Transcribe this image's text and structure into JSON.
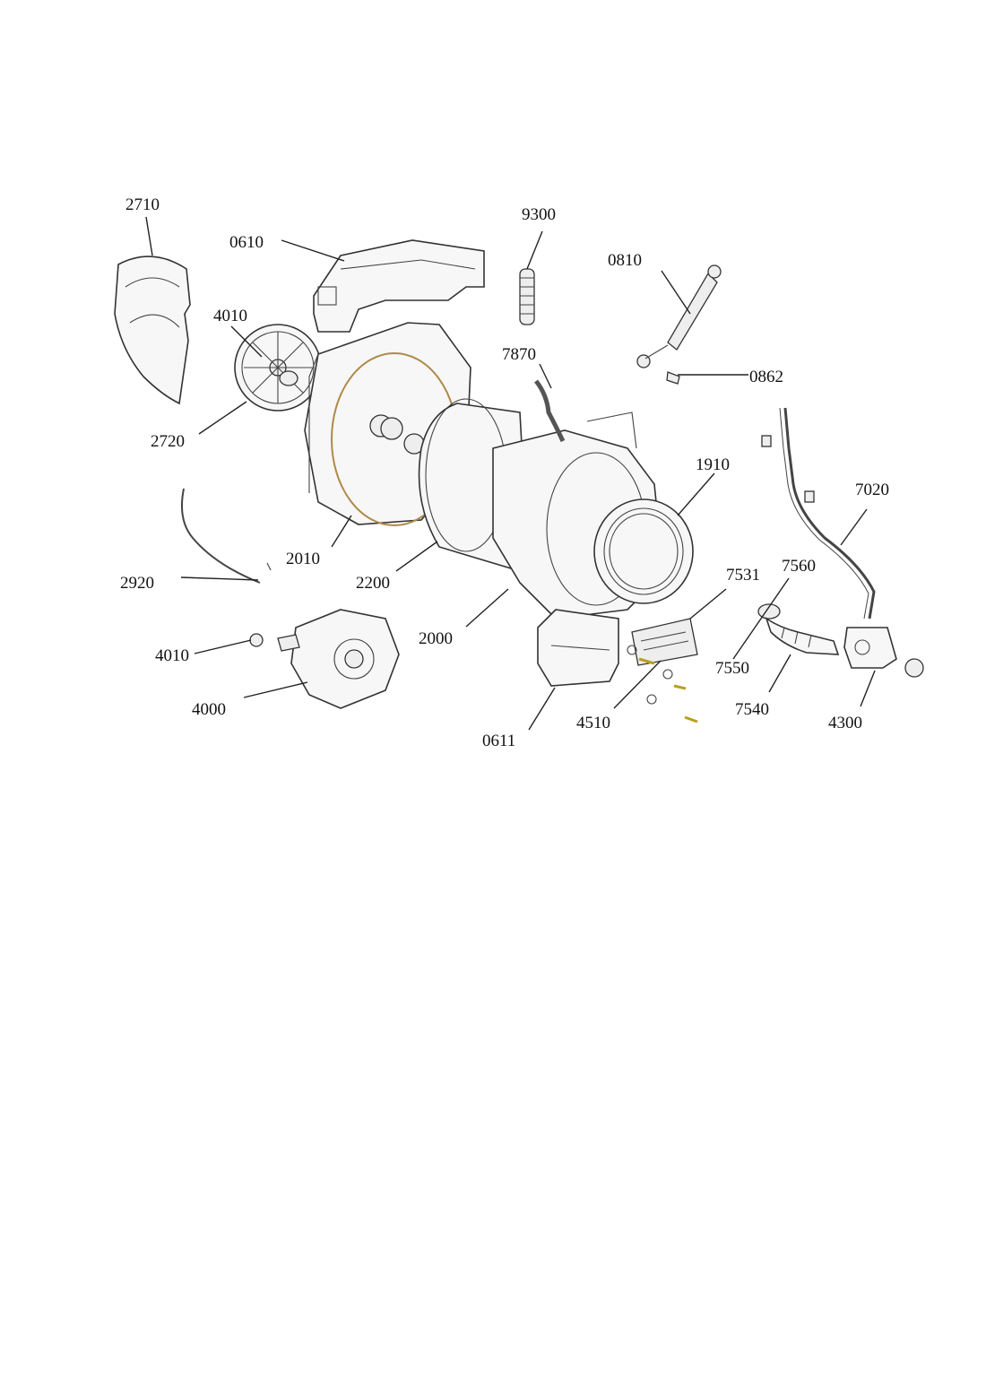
{
  "diagram": {
    "callouts": [
      {
        "id": "c2710",
        "label": "2710"
      },
      {
        "id": "c0610",
        "label": "0610"
      },
      {
        "id": "c9300",
        "label": "9300"
      },
      {
        "id": "c0810",
        "label": "0810"
      },
      {
        "id": "c4010a",
        "label": "4010"
      },
      {
        "id": "c7870",
        "label": "7870"
      },
      {
        "id": "c0862",
        "label": "0862"
      },
      {
        "id": "c2720",
        "label": "2720"
      },
      {
        "id": "c1910",
        "label": "1910"
      },
      {
        "id": "c7020",
        "label": "7020"
      },
      {
        "id": "c2010",
        "label": "2010"
      },
      {
        "id": "c7531",
        "label": "7531"
      },
      {
        "id": "c7560",
        "label": "7560"
      },
      {
        "id": "c2920",
        "label": "2920"
      },
      {
        "id": "c2200",
        "label": "2200"
      },
      {
        "id": "c2000",
        "label": "2000"
      },
      {
        "id": "c7550",
        "label": "7550"
      },
      {
        "id": "c4010b",
        "label": "4010"
      },
      {
        "id": "c4000",
        "label": "4000"
      },
      {
        "id": "c7540",
        "label": "7540"
      },
      {
        "id": "c4510",
        "label": "4510"
      },
      {
        "id": "c4300",
        "label": "4300"
      },
      {
        "id": "c0611",
        "label": "0611"
      }
    ]
  }
}
